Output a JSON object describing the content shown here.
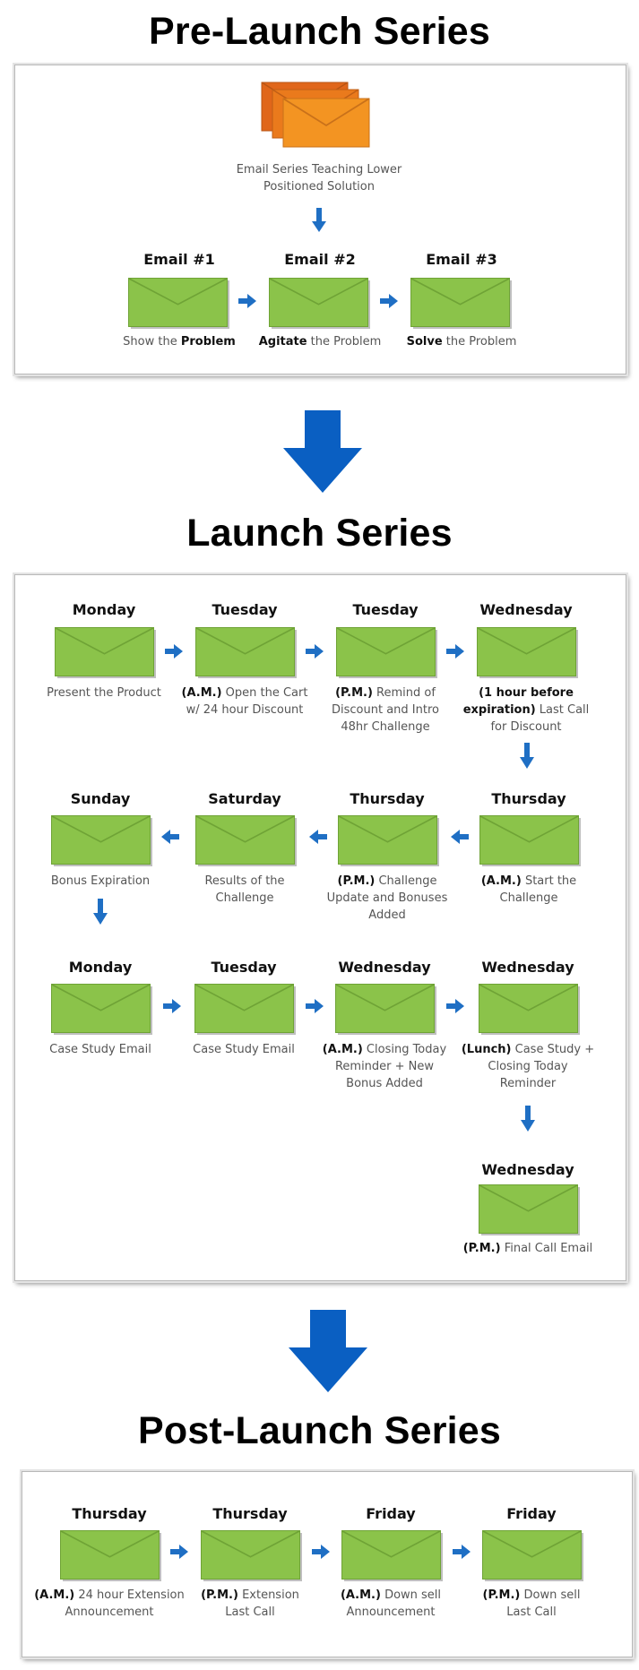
{
  "colors": {
    "envelope_green": "#8bc34a",
    "envelope_green_dark": "#6fa336",
    "envelope_orange": "#f0921d",
    "arrow_blue": "#1f6fc4",
    "big_arrow_blue": "#0a5fc2"
  },
  "pre_launch": {
    "title": "Pre-Launch Series",
    "top_caption": [
      "Email Series Teaching Lower",
      "Positioned Solution"
    ],
    "emails": [
      {
        "label": "Email #1",
        "caption_plain_before": "Show the ",
        "caption_bold": "Problem",
        "caption_plain_after": ""
      },
      {
        "label": "Email #2",
        "caption_plain_before": "",
        "caption_bold": "Agitate",
        "caption_plain_after": " the Problem"
      },
      {
        "label": "Email #3",
        "caption_plain_before": "",
        "caption_bold": "Solve",
        "caption_plain_after": " the Problem"
      }
    ]
  },
  "launch": {
    "title": "Launch Series",
    "nodes": [
      {
        "label": "Monday",
        "bold": "",
        "lines": [
          "Present the Product"
        ]
      },
      {
        "label": "Tuesday",
        "bold": "(A.M.)",
        "lines": [
          " Open the Cart",
          "w/ 24 hour Discount"
        ]
      },
      {
        "label": "Tuesday",
        "bold": "(P.M.)",
        "lines": [
          " Remind of",
          "Discount and Intro",
          "48hr Challenge"
        ]
      },
      {
        "label": "Wednesday",
        "bold": "(1 hour before",
        "bold2": "expiration)",
        "lines": [
          " Last Call",
          "for Discount"
        ]
      },
      {
        "label": "Thursday",
        "bold": "(A.M.)",
        "lines": [
          " Start the",
          "Challenge"
        ]
      },
      {
        "label": "Thursday",
        "bold": "(P.M.)",
        "lines": [
          " Challenge",
          "Update and Bonuses",
          "Added"
        ]
      },
      {
        "label": "Saturday",
        "bold": "",
        "lines": [
          "Results of the",
          "Challenge"
        ]
      },
      {
        "label": "Sunday",
        "bold": "",
        "lines": [
          "Bonus Expiration"
        ]
      },
      {
        "label": "Monday",
        "bold": "",
        "lines": [
          "Case Study Email"
        ]
      },
      {
        "label": "Tuesday",
        "bold": "",
        "lines": [
          "Case Study Email"
        ]
      },
      {
        "label": "Wednesday",
        "bold": "(A.M.)",
        "lines": [
          " Closing Today",
          "Reminder + New",
          "Bonus Added"
        ]
      },
      {
        "label": "Wednesday",
        "bold": "(Lunch)",
        "lines": [
          " Case Study +",
          "Closing Today",
          "Reminder"
        ]
      },
      {
        "label": "Wednesday",
        "bold": "(P.M.)",
        "lines": [
          " Final Call Email"
        ]
      }
    ]
  },
  "post_launch": {
    "title": "Post-Launch Series",
    "nodes": [
      {
        "label": "Thursday",
        "bold": "(A.M.)",
        "lines": [
          " 24 hour Extension",
          "Announcement"
        ]
      },
      {
        "label": "Thursday",
        "bold": "(P.M.)",
        "lines": [
          " Extension",
          "Last Call"
        ]
      },
      {
        "label": "Friday",
        "bold": "(A.M.)",
        "lines": [
          " Down sell",
          "Announcement"
        ]
      },
      {
        "label": "Friday",
        "bold": "(P.M.)",
        "lines": [
          " Down sell",
          "Last Call"
        ]
      }
    ]
  }
}
